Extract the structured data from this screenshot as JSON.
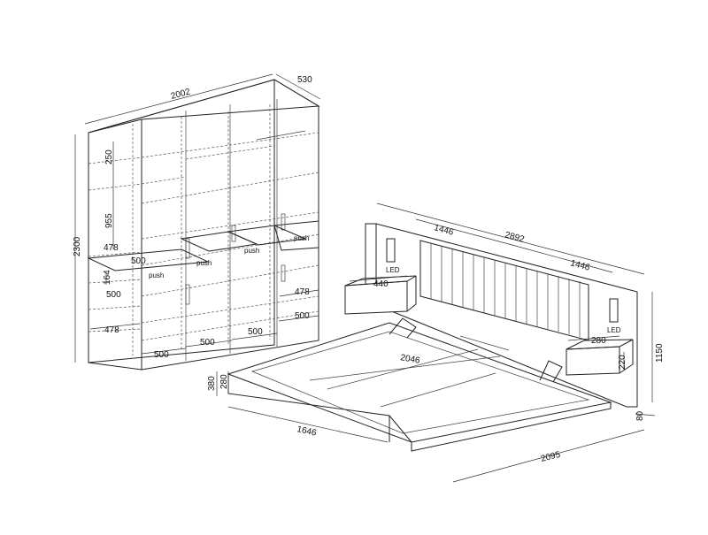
{
  "wardrobe": {
    "width": "2002",
    "depth": "530",
    "height": "2300",
    "shelf_gap": "250",
    "hang_height": "955",
    "drawer_width": "478",
    "drawer_depth": "500",
    "drawer_height": "164",
    "section_widths": [
      "500",
      "500",
      "500",
      "500"
    ],
    "right_drawer_width": "478",
    "right_section": "500",
    "push_label": "push"
  },
  "bed": {
    "total_width": "2892",
    "headboard_left": "1446",
    "headboard_right": "1446",
    "inner_length": "2046",
    "length": "2095",
    "width": "1646",
    "height": "1150",
    "side_height": "380",
    "base_height": "280",
    "foot_offset": "80",
    "led_label": "LED",
    "nightstand_width": "440",
    "nightstand_depth": "280",
    "nightstand_height": "220"
  }
}
